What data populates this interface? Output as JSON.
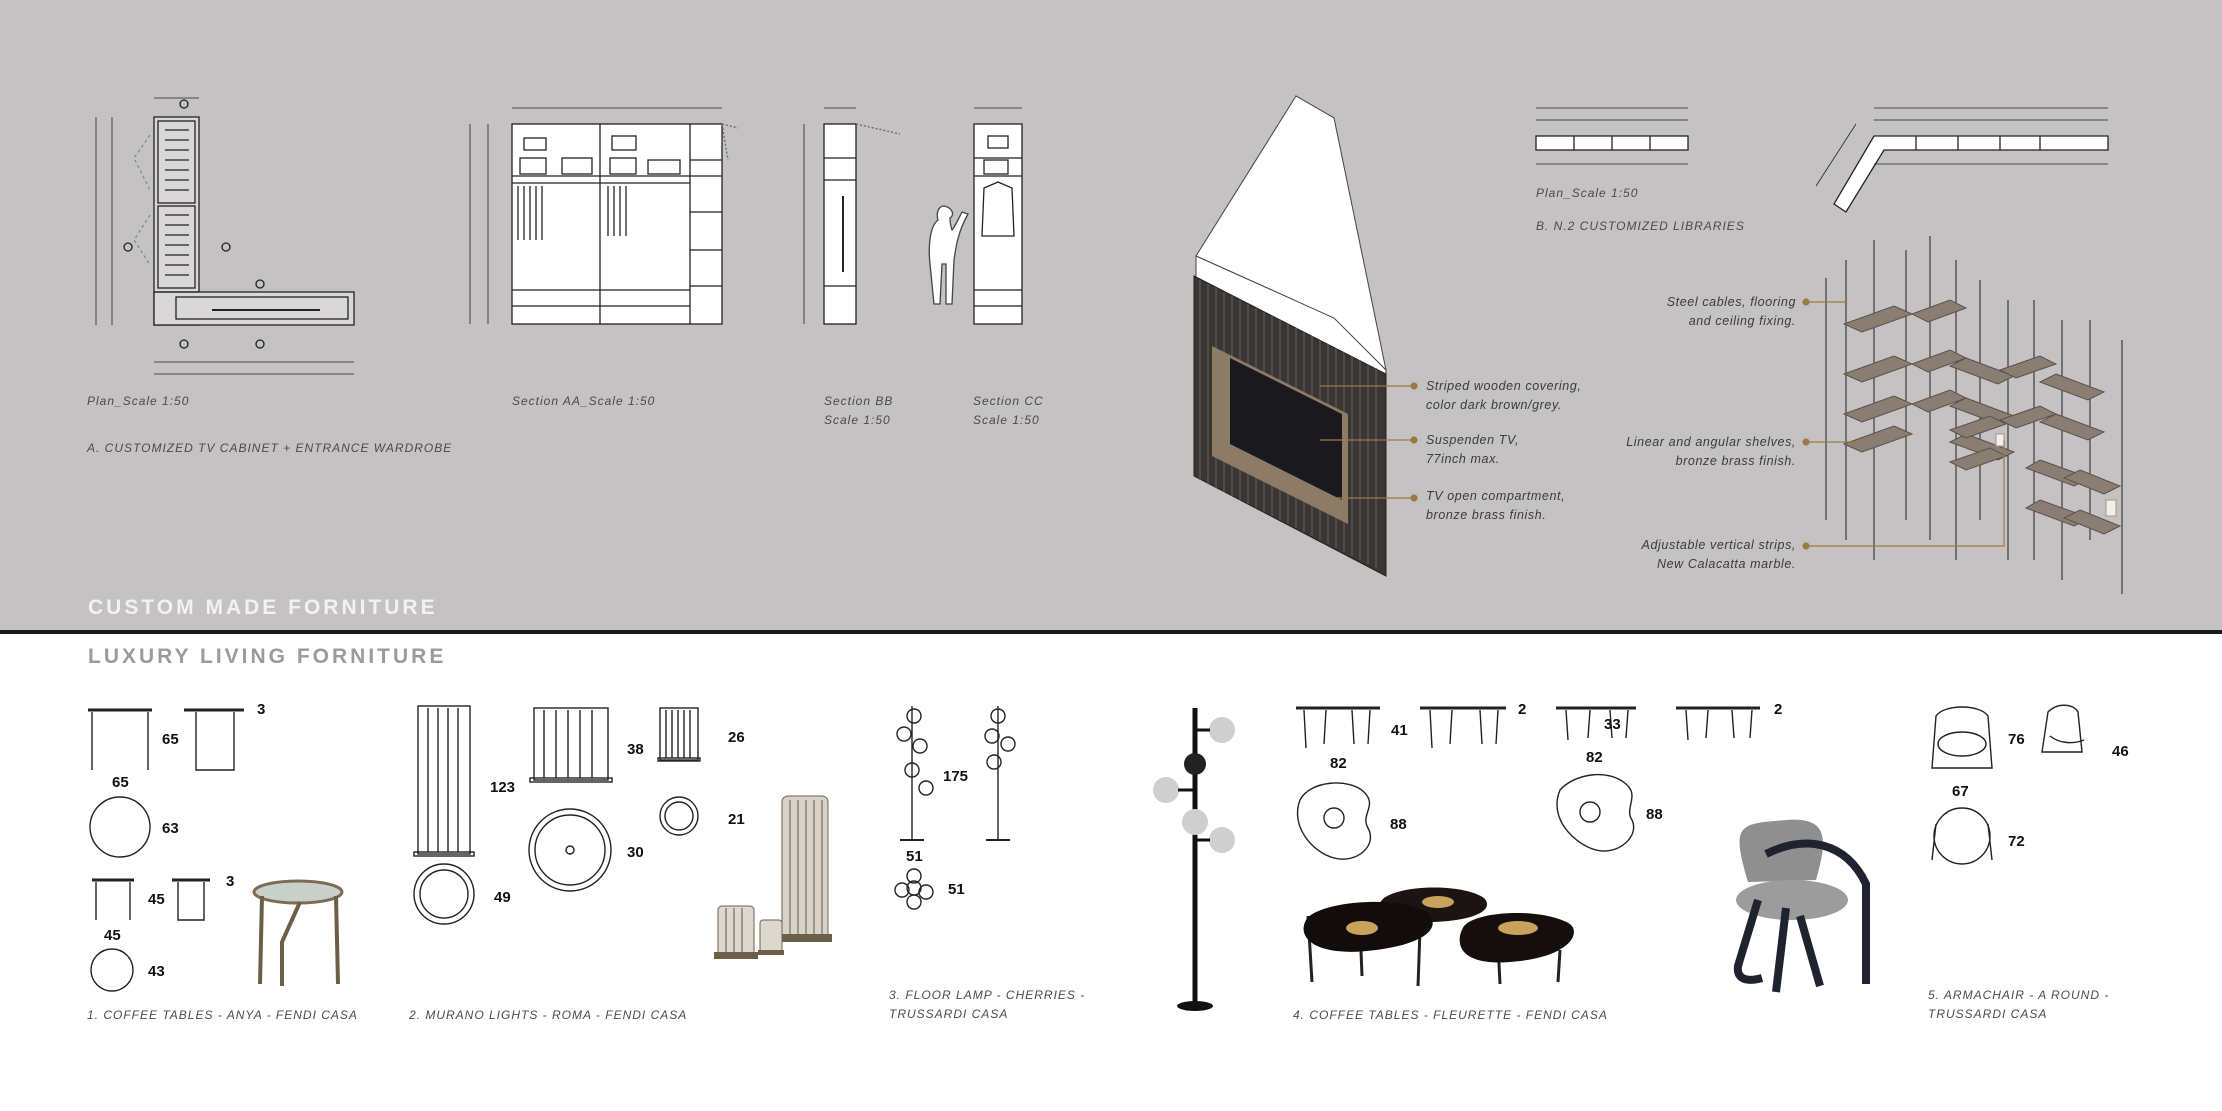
{
  "colors": {
    "top_background": "#c4c2c3",
    "bottom_background": "#ffffff",
    "divider": "#1c1c1c",
    "accent_brass": "#9a7b45"
  },
  "top": {
    "title": "CUSTOM MADE FORNITURE",
    "captions": {
      "plan_a": "Plan_Scale 1:50",
      "section_aa": "Section AA_Scale 1:50",
      "section_bb_1": "Section BB",
      "section_bb_2": "Scale 1:50",
      "section_cc_1": "Section CC",
      "section_cc_2": "Scale 1:50",
      "group_a": "A. CUSTOMIZED TV CABINET + ENTRANCE WARDROBE",
      "plan_b": "Plan_Scale 1:50",
      "group_b": "B. N.2 CUSTOMIZED LIBRARIES"
    },
    "tv_annotations": [
      {
        "line1": "Striped wooden covering,",
        "line2": "color dark brown/grey."
      },
      {
        "line1": "Suspenden TV,",
        "line2": "77inch max."
      },
      {
        "line1": "TV open compartment,",
        "line2": "bronze brass finish."
      }
    ],
    "library_annotations": [
      {
        "line1": "Steel cables, flooring",
        "line2": "and ceiling fixing."
      },
      {
        "line1": "Linear and angular shelves,",
        "line2": "bronze brass finish."
      },
      {
        "line1": "Adjustable vertical strips,",
        "line2": "New Calacatta marble."
      }
    ]
  },
  "bottom": {
    "title": "LUXURY LIVING FORNITURE",
    "items": [
      {
        "caption_1": "1. COFFEE TABLES - ANYA - FENDI CASA",
        "dims": [
          "65",
          "65",
          "63",
          "3",
          "45",
          "45",
          "43",
          "3"
        ]
      },
      {
        "caption_1": "2. MURANO LIGHTS - ROMA - FENDI CASA",
        "dims": [
          "123",
          "49",
          "38",
          "30",
          "26",
          "21"
        ]
      },
      {
        "caption_1": "3. FLOOR LAMP - CHERRIES -",
        "caption_2": "TRUSSARDI CASA",
        "dims": [
          "175",
          "51",
          "51"
        ]
      },
      {
        "caption_1": "4. COFFEE TABLES - FLEURETTE - FENDI CASA",
        "dims": [
          "41",
          "2",
          "82",
          "88",
          "33",
          "2",
          "82",
          "88"
        ]
      },
      {
        "caption_1": "5. ARMACHAIR - A ROUND -",
        "caption_2": "TRUSSARDI CASA",
        "dims": [
          "76",
          "46",
          "67",
          "72"
        ]
      }
    ]
  }
}
